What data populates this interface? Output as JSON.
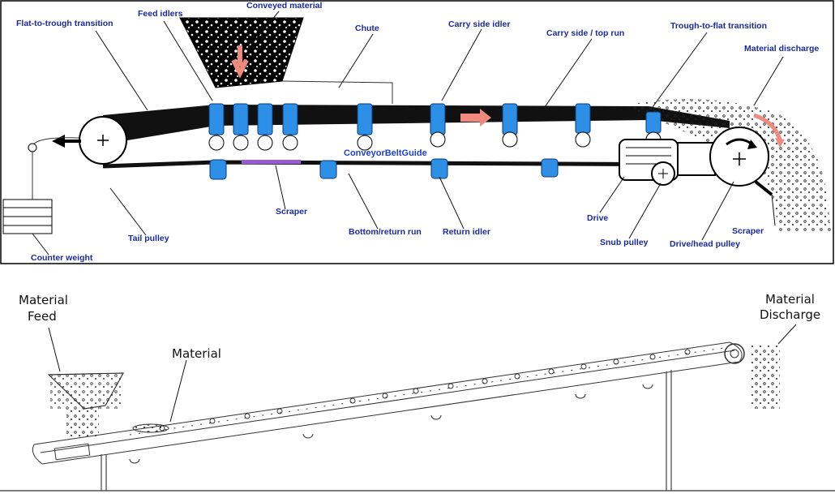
{
  "top_diagram": {
    "labels": {
      "flat_to_trough": "Flat-to-trough transition",
      "feed_idlers": "Feed idlers",
      "conveyed_material": "Conveyed material",
      "chute": "Chute",
      "carry_side_idler": "Carry side idler",
      "carry_side_top_run": "Carry side / top run",
      "trough_to_flat": "Trough-to-flat transition",
      "material_discharge": "Material discharge",
      "watermark": "ConveyorBeltGuide",
      "scraper_left": "Scraper",
      "bottom_return_run": "Bottom/return run",
      "return_idler": "Return idler",
      "drive": "Drive",
      "snub_pulley": "Snub pulley",
      "drive_head_pulley": "Drive/head pulley",
      "scraper_right": "Scraper",
      "tail_pulley": "Tail pulley",
      "counter_weight": "Counter weight"
    },
    "colors": {
      "label_text": "#1a2a9c",
      "belt": "#111111",
      "idler": "#2d8fe6",
      "arrow": "#f08a7e",
      "scraper": "#9b59d6",
      "watermark": "#1f3fd6"
    }
  },
  "bottom_diagram": {
    "labels": {
      "material_feed_line1": "Material",
      "material_feed_line2": "Feed",
      "material": "Material",
      "material_discharge_line1": "Material",
      "material_discharge_line2": "Discharge"
    }
  }
}
